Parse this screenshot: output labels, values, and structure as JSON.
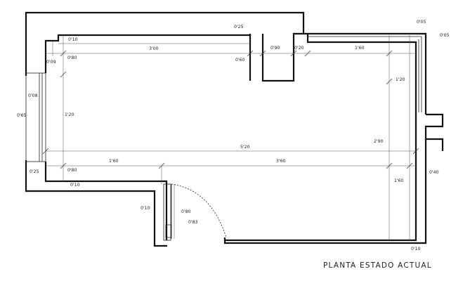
{
  "title": "PLANTA ESTADO ACTUAL",
  "dims": {
    "d025_top": "0'25",
    "d005_a": "0'05",
    "d005_b": "0'05",
    "d010_top": "0'10",
    "d300": "3'00",
    "d090_top": "0'90",
    "d020": "0'20",
    "d160_top": "1'60",
    "d080_left": "0'80",
    "d009": "0'09",
    "d060_center": "0'60",
    "d120_right": "1'20",
    "d008": "0'08",
    "d065": "0'65",
    "d120_left": "1'20",
    "d520": "5'20",
    "d290": "2'90",
    "d025_bottom": "0'25",
    "d080_bottom": "0'80",
    "d160_bottom": "1'60",
    "d360": "3'60",
    "d040": "0'40",
    "d010_mid": "0'10",
    "d160_right": "1'60",
    "d010_door": "0'10",
    "d080_door": "0'80",
    "d083": "0'83",
    "d010_bottom": "0'10"
  }
}
